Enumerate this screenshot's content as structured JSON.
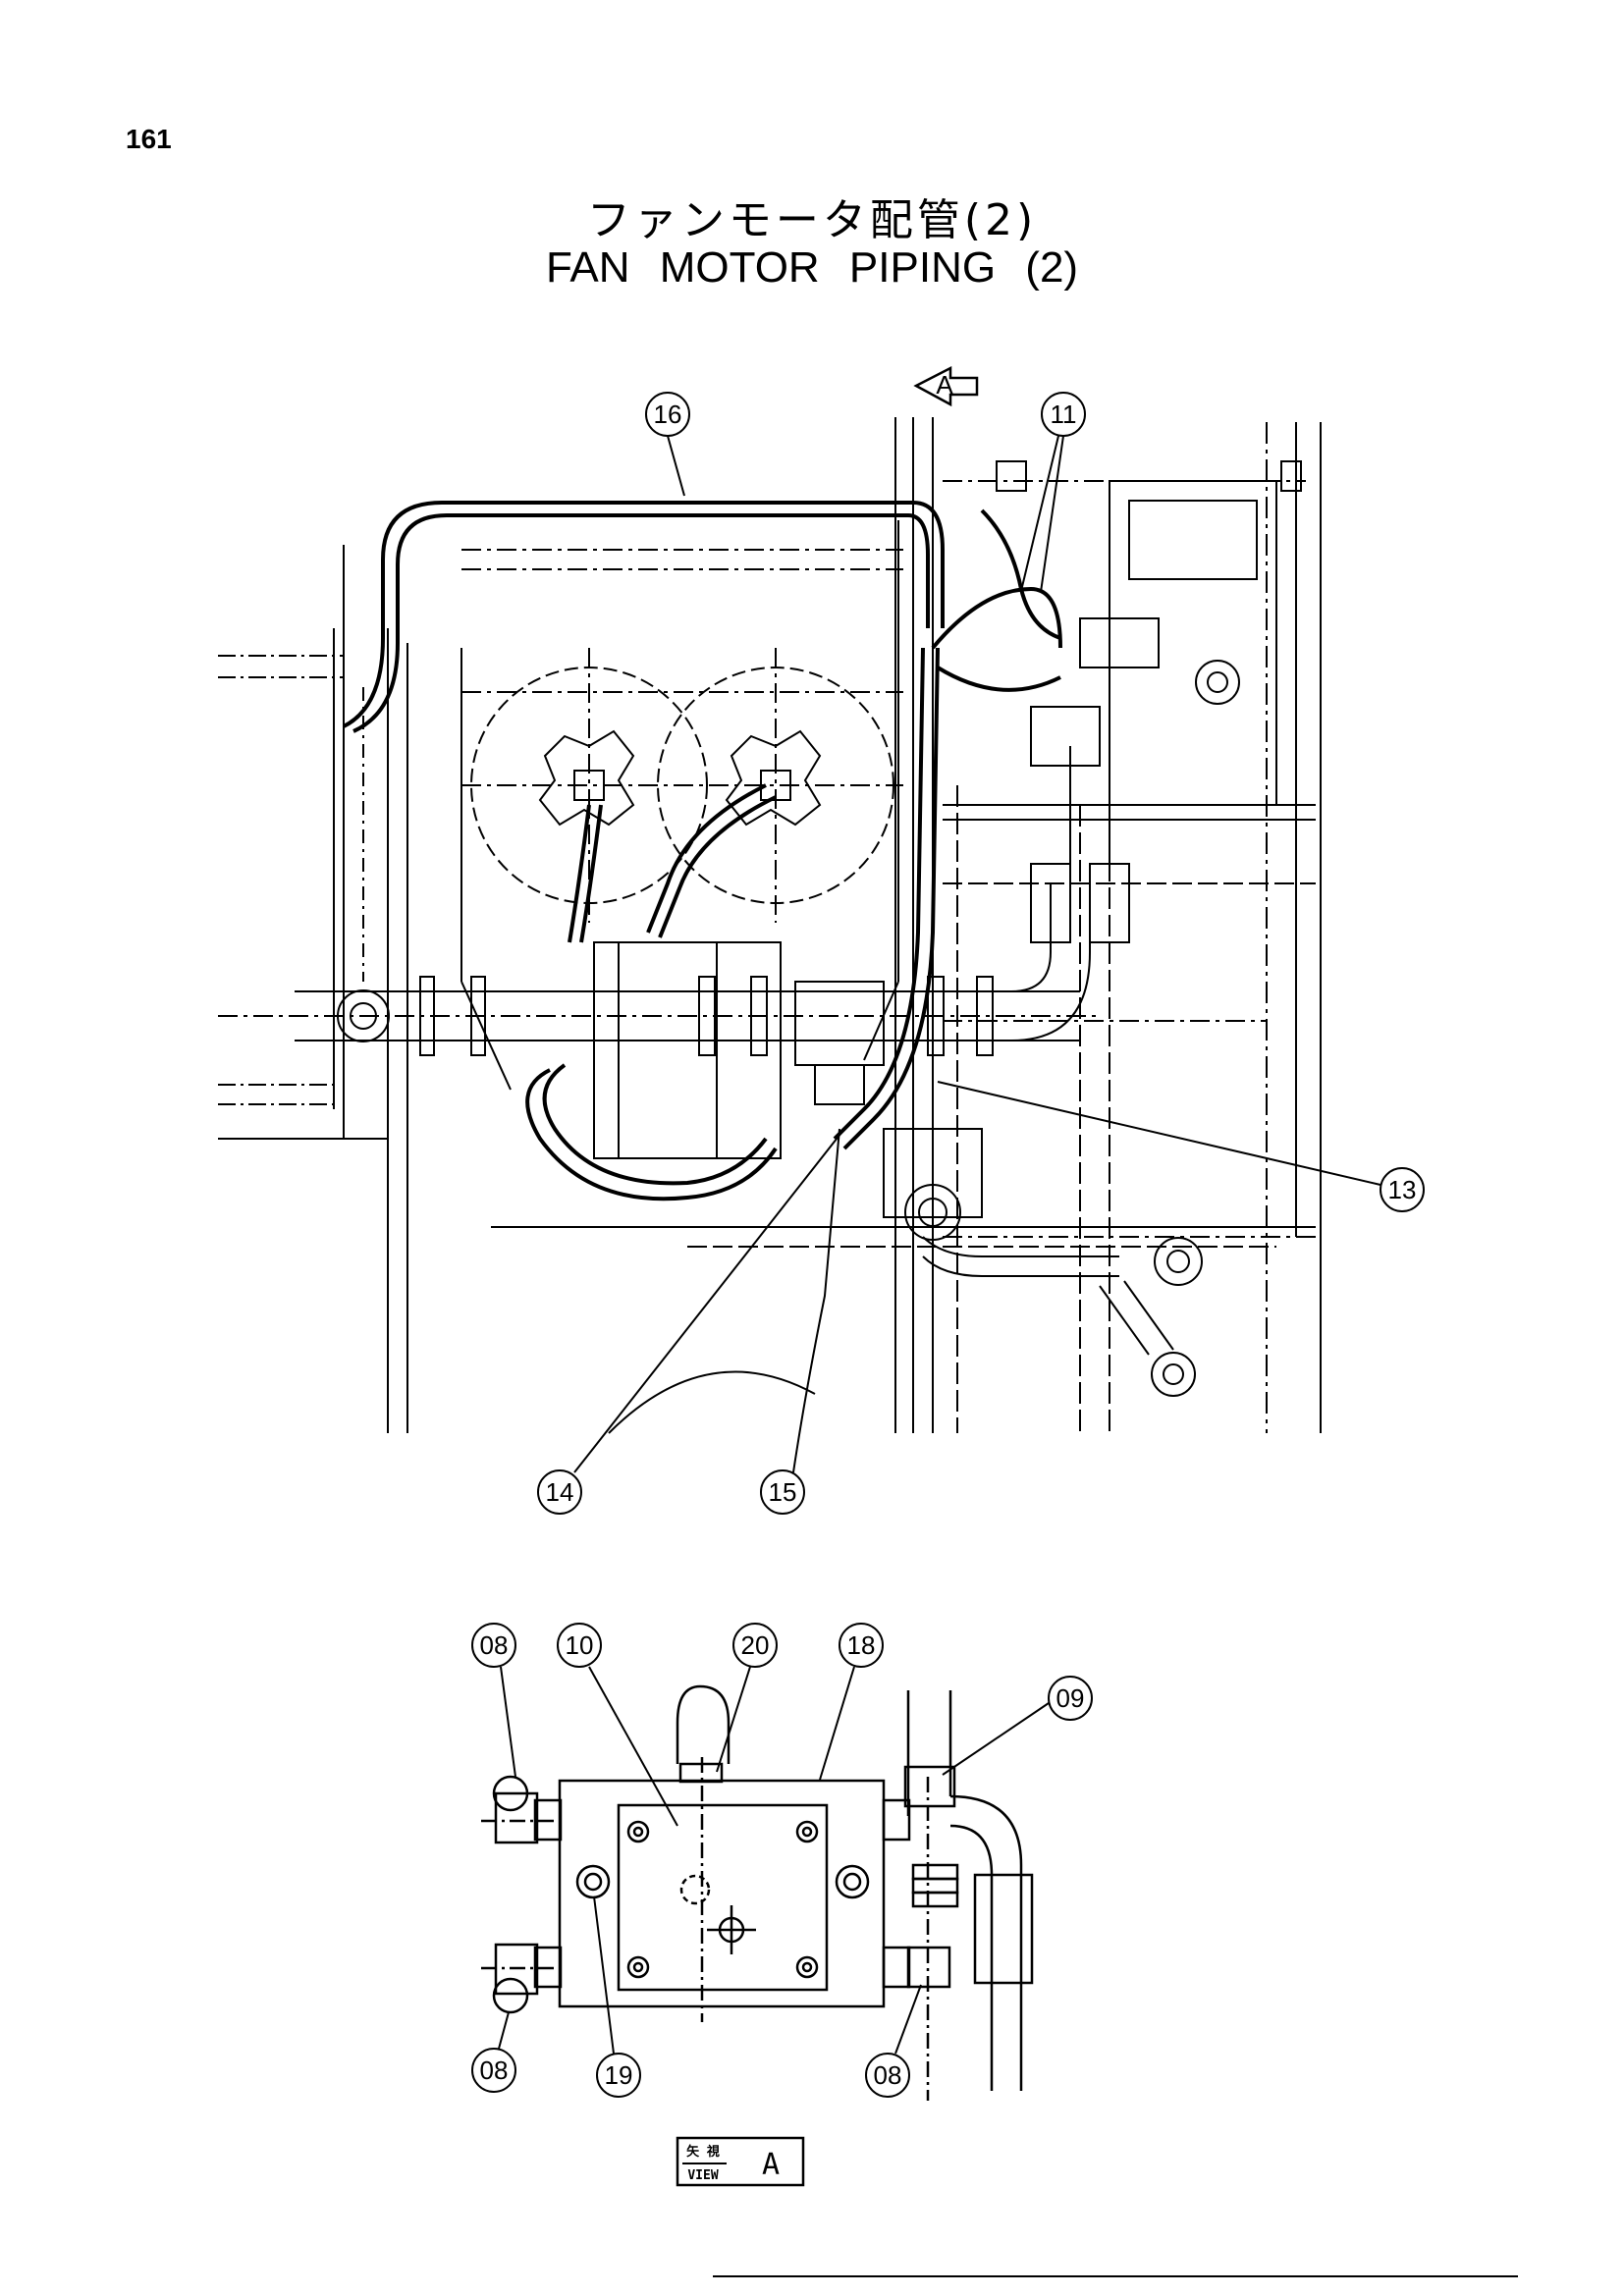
{
  "page": {
    "number": "161",
    "title_jp": "ファンモータ配管(2)",
    "title_en": "FAN MOTOR PIPING (2)"
  },
  "view_arrow": {
    "label": "A"
  },
  "top_view_callouts": [
    "16",
    "11",
    "13",
    "14",
    "15"
  ],
  "view_a_callouts": [
    "08",
    "10",
    "20",
    "18",
    "09",
    "08",
    "19",
    "08"
  ],
  "view_label": {
    "jp": "矢 視",
    "en": "VIEW",
    "letter": "A"
  },
  "colors": {
    "line": "#000000",
    "background": "#ffffff"
  }
}
